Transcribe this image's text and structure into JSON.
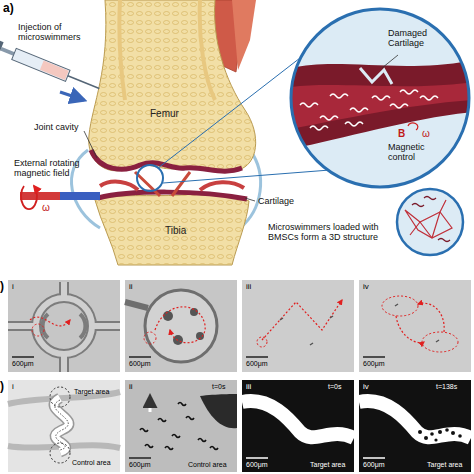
{
  "diagram": {
    "labels": [
      "a)",
      "Injection of microswimmers",
      "Femur",
      "Joint cavity",
      "External rotating magnetic field",
      "ω",
      "Cartilage",
      "Tibia",
      "Damaged Cartilage",
      "B",
      "ω",
      "Magnetic control",
      "Microswimmers loaded with BMSCs form a 3D structure",
      ")",
      "i",
      "600μm",
      "ii",
      "600μm",
      "iii",
      "600μm",
      "iv",
      "600μm",
      ")",
      "i",
      "Target area",
      "Control area",
      "ii",
      "t=0s",
      "600μm",
      "Control area",
      "iii",
      "t=0s",
      "600μm",
      "Target area",
      "iv",
      "t=138s",
      "600μm",
      "Target area"
    ]
  }
}
